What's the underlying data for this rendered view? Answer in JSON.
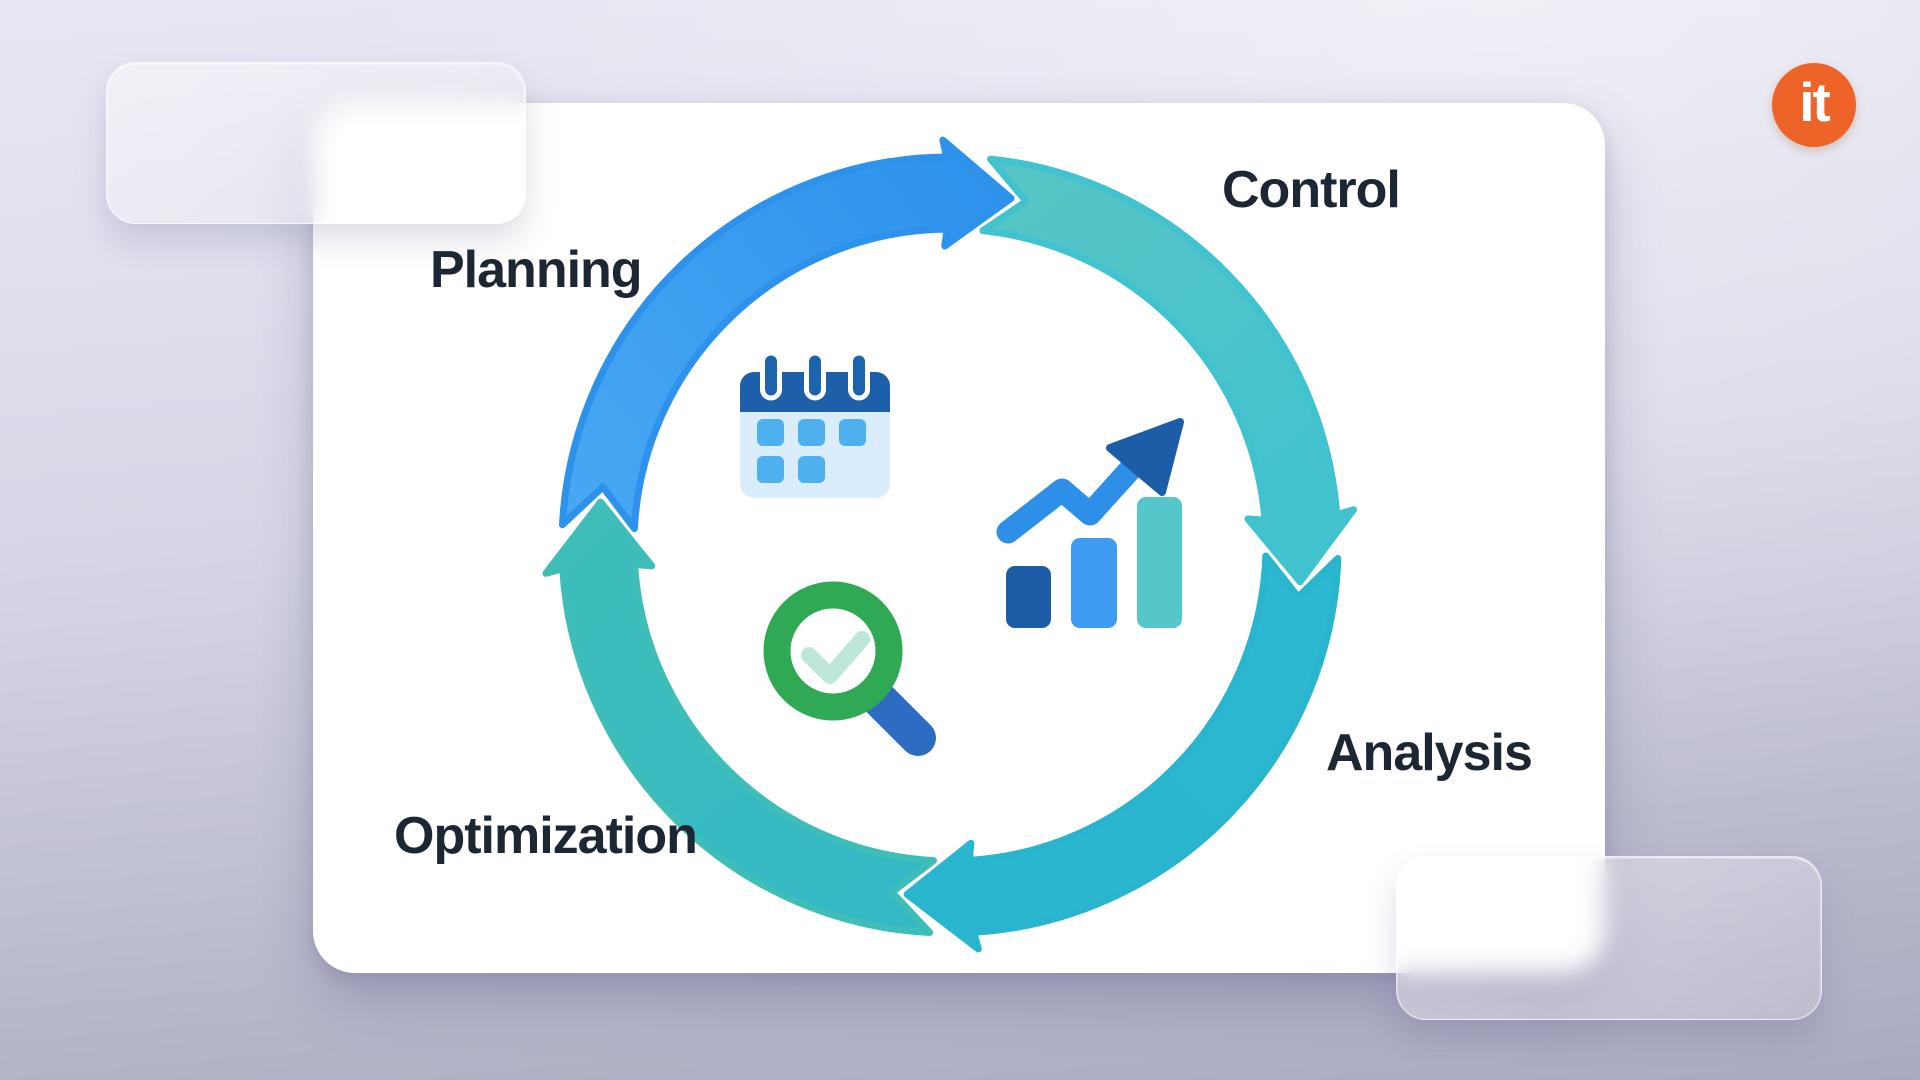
{
  "background": {
    "top_color": "#E8E8F4",
    "bottom_color": "#A9A9C0",
    "card_color": "#FFFFFF"
  },
  "logo": {
    "text": "it",
    "circle_color": "#EE6327",
    "text_color": "#FFFFFF"
  },
  "cycle": {
    "text_color": "#1C2733",
    "stages": [
      {
        "id": "planning",
        "label": "Planning"
      },
      {
        "id": "control",
        "label": "Control"
      },
      {
        "id": "analysis",
        "label": "Analysis"
      },
      {
        "id": "optimization",
        "label": "Optimization"
      }
    ],
    "segments": [
      {
        "name": "arc-planning",
        "tip_deg": 10,
        "color_start": "#47A7F3",
        "color_end": "#2D92EB"
      },
      {
        "name": "arc-control",
        "tip_deg": 96,
        "color_start": "#57C5C5",
        "color_end": "#40C2CF"
      },
      {
        "name": "arc-analysis",
        "tip_deg": 187,
        "color_start": "#2CB8D0",
        "color_end": "#29B5CE"
      },
      {
        "name": "arc-optimization",
        "tip_deg": 277,
        "color_start": "#33BAC7",
        "color_end": "#3EBDB9"
      }
    ]
  },
  "icons": {
    "calendar": {
      "name": "calendar-icon",
      "header_color": "#1E5FA9",
      "body_color": "#D9EDFC",
      "day_color": "#4FB0F0",
      "ring_color": "#1D64AE"
    },
    "growth_chart": {
      "name": "growth-chart-icon",
      "bar_colors": [
        "#1D5CA6",
        "#3E9BF0",
        "#55C7CB"
      ],
      "line_color": "#2E8FE8",
      "arrow_color": "#1D5CA6"
    },
    "search_check": {
      "name": "search-check-icon",
      "ring_color": "#2FA953",
      "check_color": "#BDE8D7",
      "handle_color": "#2B6CC0"
    }
  }
}
